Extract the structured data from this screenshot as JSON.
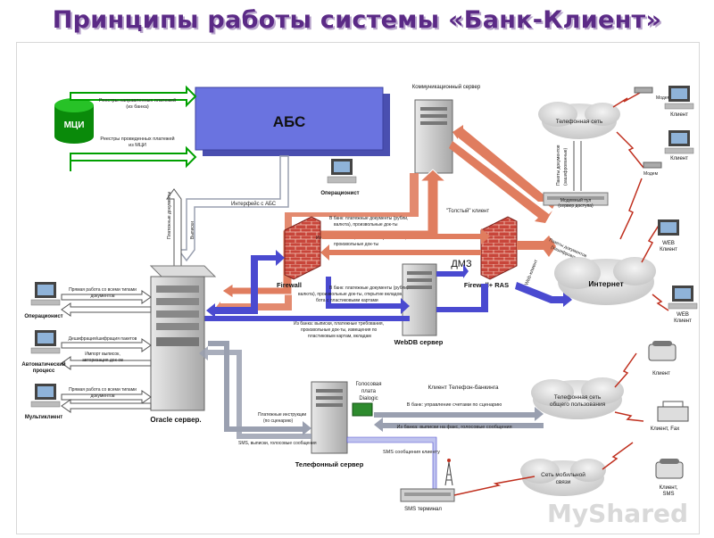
{
  "title": "Принципы работы системы «Банк-Клиент»",
  "labels": {
    "mci": "МЦИ",
    "abs": "АБС",
    "reg_sent_1": "Реестры направленных платежей",
    "reg_sent_2": "(из банка)",
    "reg_done_1": "Реестры проведенных платежей",
    "reg_done_2": "из МЦИ",
    "operator_top": "Операционист",
    "comm_server": "Коммуникационный сервер",
    "iface_abs": "Интерфейс с АБС",
    "pay_docs_v": "Платежные документы",
    "statements_v": "Выписки",
    "fat_client": "\"Толстый\" клиент",
    "modem_pool_1": "Модемный пул",
    "modem_pool_2": "(сервер доступа)",
    "phone_net": "Телефонная сеть",
    "modem1": "Модем",
    "client1": "Клиент",
    "modem2": "Модем",
    "client2": "Клиент",
    "web_client1": "WEB",
    "web_client1b": "Клиент",
    "web_client2": "WEB",
    "web_client2b": "Клиент",
    "internet": "Интернет",
    "firewall": "Firewall",
    "firewall_ras": "Firewall+ RAS",
    "dmz": "ДМЗ",
    "webdb": "WebDB сервер",
    "web_client_label": "Web-клиент",
    "paid_docs_1": "Пакеты документов",
    "paid_docs_2": "(зашифрованные)",
    "paid_docs_3": "Пакеты документов",
    "paid_docs_4": "(зашифрованные)",
    "to_bank_1": "В банк: платежные документы (рубли,",
    "to_bank_2": "валюта), произвольные док-ты",
    "from_bank_1": "Из банка: выписки, платежные требования,",
    "from_bank_2": "произвольные док-ты",
    "to_bank_3": "В банк: платежные документы (рубли,",
    "to_bank_4": "валюта), произвольные док-ты, открытие вкладов,",
    "to_bank_5": "бота с пластиковыми картами",
    "from_bank_3": "Из банка: выписки, платежные требования,",
    "from_bank_4": "произвольные док-ты, извещения по",
    "from_bank_5": "пластиковым картам, вкладам",
    "operator_left": "Операционист",
    "auto_1": "Автоматический",
    "auto_2": "процесс",
    "multi": "Мультиклиент",
    "direct1_1": "Прямая работа со всеми типами",
    "direct1_2": "документов",
    "decrypt": "Дешифрация/шифрация пакетов",
    "import_1": "Импорт выписок,",
    "import_2": "авторизация док-ов",
    "direct2_1": "Прямая работа со всеми типами",
    "direct2_2": "документов",
    "oracle": "Oracle сервер.",
    "voice_1": "Голосовая",
    "voice_2": "плата",
    "voice_3": "Dialogic",
    "phone_banking": "Клиент Телефон-банкинга",
    "pay_instr_1": "Платежные инструкции",
    "pay_instr_2": "(по сценарию)",
    "to_bank_phone": "В банк: управление счетами по сценарию",
    "from_bank_fax": "Из банка: выписки на факс, голосовые сообщения",
    "sms_msgs": "SMS, выписки, голосовые сообщения",
    "sms_client": "SMS сообщения клиенту",
    "phone_server": "Телефонный сервер",
    "public_net_1": "Телефонная сеть",
    "public_net_2": "общего пользования",
    "client_phone": "Клиент",
    "client_fax": "Клиент, Fax",
    "mobile_net_1": "Сеть мобильной",
    "mobile_net_2": "связи",
    "client_mobile_1": "Клиент,",
    "client_mobile_2": "SMS",
    "sms_terminal": "SMS терминал",
    "watermark": "MyShared"
  },
  "colors": {
    "title": "#5b2a86",
    "abs": "#6a73e0",
    "green": "#00a000",
    "salmon": "#e07d5f",
    "blue_arrow": "#4a4ad0",
    "gray_arrow": "#9aa0b0",
    "wall": "#c8453a",
    "lightning": "#c0301f"
  },
  "icons": [
    "server-icon",
    "computer-icon",
    "firewall-icon",
    "cloud-icon",
    "modem-icon",
    "phone-icon",
    "fax-icon",
    "antenna-icon",
    "database-icon"
  ]
}
